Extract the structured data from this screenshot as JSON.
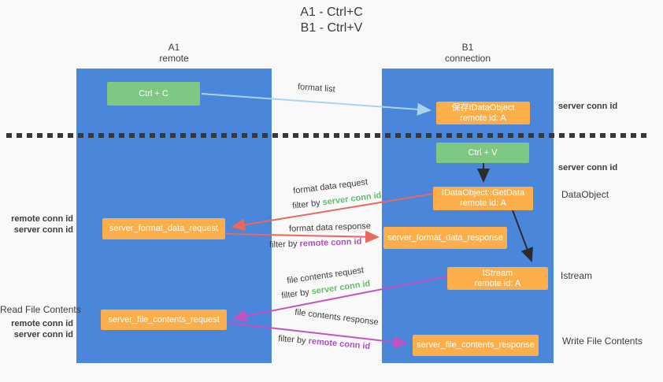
{
  "title": {
    "line1": "A1 - Ctrl+C",
    "line2": "B1 - Ctrl+V"
  },
  "columns": {
    "left": {
      "id": "A1",
      "name": "remote"
    },
    "right": {
      "id": "B1",
      "name": "connection"
    }
  },
  "nodes": {
    "ctrl_c": "Ctrl + C",
    "ctrl_v": "Ctrl + V",
    "save_dataobject": {
      "line1": "保存IDataObject",
      "line2": "remote id: A"
    },
    "getdata": {
      "line1": "IDataObject::GetData",
      "line2": "remote id: A"
    },
    "istream": {
      "line1": "IStream",
      "line2": "remote id: A"
    },
    "format_request": "server_format_data_request",
    "format_response": "server_format_data_response",
    "file_request": "server_file_contents_request",
    "file_response": "server_file_contents_response"
  },
  "edge_labels": {
    "format_list": "format list",
    "format_data_request": "format data request",
    "format_data_response": "format data response",
    "file_contents_request": "file contents request",
    "file_contents_response": "file contents response",
    "filter_by": "filter by ",
    "server_conn_id": "server conn id",
    "remote_conn_id": "remote conn id"
  },
  "side_labels": {
    "left": {
      "remote_conn_id_1": "remote conn id",
      "server_conn_id_1": "server conn id",
      "read_file_contents": "Read File Contents",
      "remote_conn_id_2": "remote conn id",
      "server_conn_id_2": "server conn id"
    },
    "right": {
      "server_conn_id_top": "server conn id",
      "server_conn_id_mid": "server conn id",
      "dataobject": "DataObject",
      "istream": "Istream",
      "write_file_contents": "Write File Contents"
    }
  },
  "colors": {
    "lane_blue": "#4a86d9",
    "box_green": "#7ec883",
    "box_orange": "#fbae4a",
    "accent_green": "#66bb6a",
    "accent_purple": "#ab4fc4",
    "arrow_red": "#e8685f",
    "arrow_purple": "#c353c3",
    "arrow_light_blue": "#a9d3f0",
    "arrow_black": "#2b2b2b",
    "background": "#f9f9f9"
  }
}
